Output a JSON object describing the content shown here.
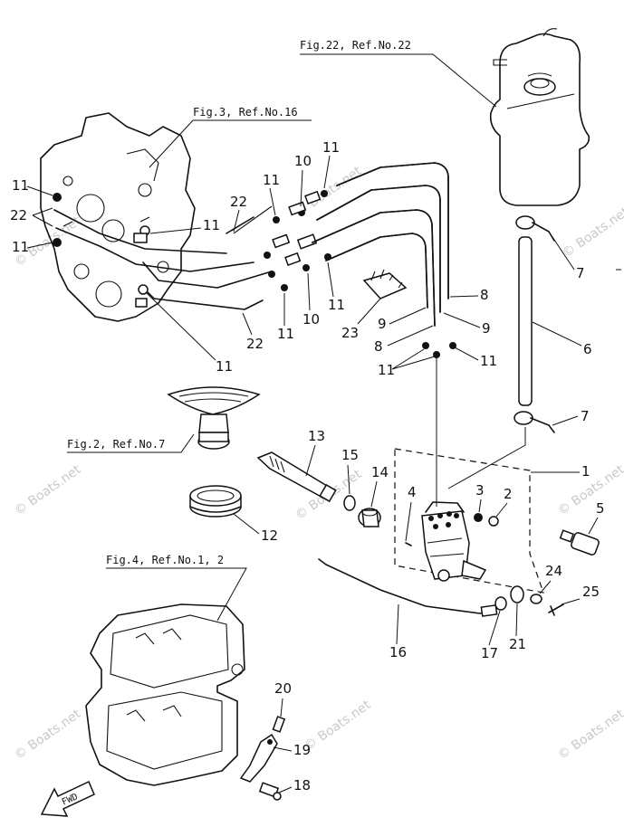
{
  "figure_refs": {
    "fig22": "Fig.22, Ref.No.22",
    "fig3": "Fig.3, Ref.No.16",
    "fig2": "Fig.2, Ref.No.7",
    "fig4": "Fig.4, Ref.No.1, 2"
  },
  "fwd_label": "FWD",
  "watermark": "© Boats.net",
  "callouts": {
    "c1": "1",
    "c2": "2",
    "c3": "3",
    "c4": "4",
    "c5": "5",
    "c6": "6",
    "c7a": "7",
    "c7b": "7",
    "c8a": "8",
    "c8b": "8",
    "c9a": "9",
    "c9b": "9",
    "c10a": "10",
    "c10b": "10",
    "c11a": "11",
    "c11b": "11",
    "c11c": "11",
    "c11d": "11",
    "c11e": "11",
    "c11f": "11",
    "c11g": "11",
    "c11h": "11",
    "c11i": "11",
    "c11j": "11",
    "c12": "12",
    "c13": "13",
    "c14": "14",
    "c15": "15",
    "c16": "16",
    "c17": "17",
    "c18": "18",
    "c19": "19",
    "c20": "20",
    "c21": "21",
    "c22a": "22",
    "c22b": "22",
    "c22c": "22",
    "c23": "23",
    "c24": "24",
    "c25": "25"
  }
}
